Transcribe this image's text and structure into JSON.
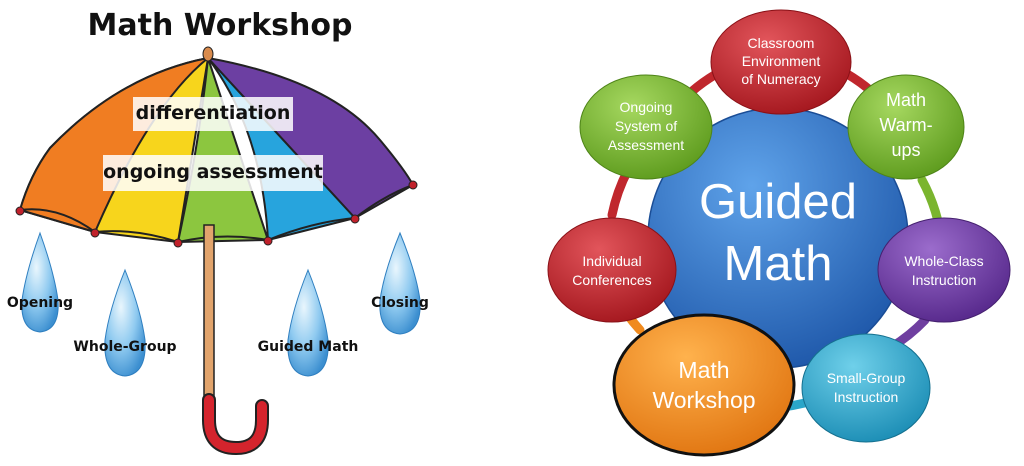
{
  "umbrella": {
    "title": "Math Workshop",
    "bands": [
      "differentiation",
      "ongoing assessment"
    ],
    "drops": [
      "Opening",
      "Whole-Group",
      "Guided Math",
      "Closing"
    ]
  },
  "cycle": {
    "center": [
      "Guided",
      "Math"
    ],
    "nodes": [
      {
        "lines": [
          "Classroom",
          "Environment",
          "of Numeracy"
        ],
        "color": "#c0272d"
      },
      {
        "lines": [
          "Math",
          "Warm-",
          "ups"
        ],
        "color": "#7ab52e"
      },
      {
        "lines": [
          "Whole-Class",
          "Instruction"
        ],
        "color": "#6f3fa0"
      },
      {
        "lines": [
          "Small-Group",
          "Instruction"
        ],
        "color": "#2aa6c9"
      },
      {
        "lines": [
          "Math",
          "Workshop"
        ],
        "color": "#f08a1d"
      },
      {
        "lines": [
          "Individual",
          "Conferences"
        ],
        "color": "#c0272d"
      },
      {
        "lines": [
          "Ongoing",
          "System of",
          "Assessment"
        ],
        "color": "#7ab52e"
      }
    ],
    "center_color": "#2d6fc4"
  }
}
